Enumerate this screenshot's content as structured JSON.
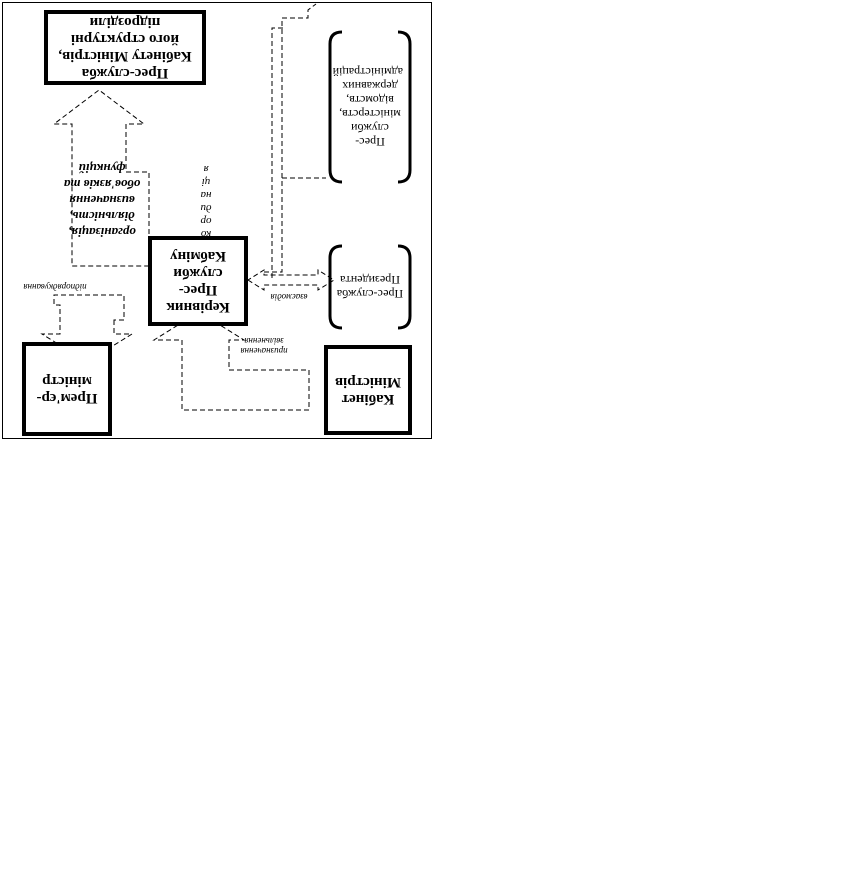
{
  "diagram": {
    "nodes": {
      "press_service_cabinet": "Прес-служба Кабінету Міністрів, його структурні підрозділи",
      "head_press_service": "Керівник Прес-служби Кабміну",
      "prime_minister": "Прем'єр-міністр",
      "cabinet_of_ministers": "Кабінет Міністрів",
      "press_ministries": "Прес-служби міністерств, відомств, державних адміністрацій",
      "press_president": "Прес-служба Президента"
    },
    "edge_labels": {
      "functions": "організація, діяльність, визначення обов'язків та функцій",
      "coordination": "координація",
      "interaction": "взаємодія",
      "appointment": "призначення звільнення",
      "subordination": "підпорядкування"
    }
  }
}
